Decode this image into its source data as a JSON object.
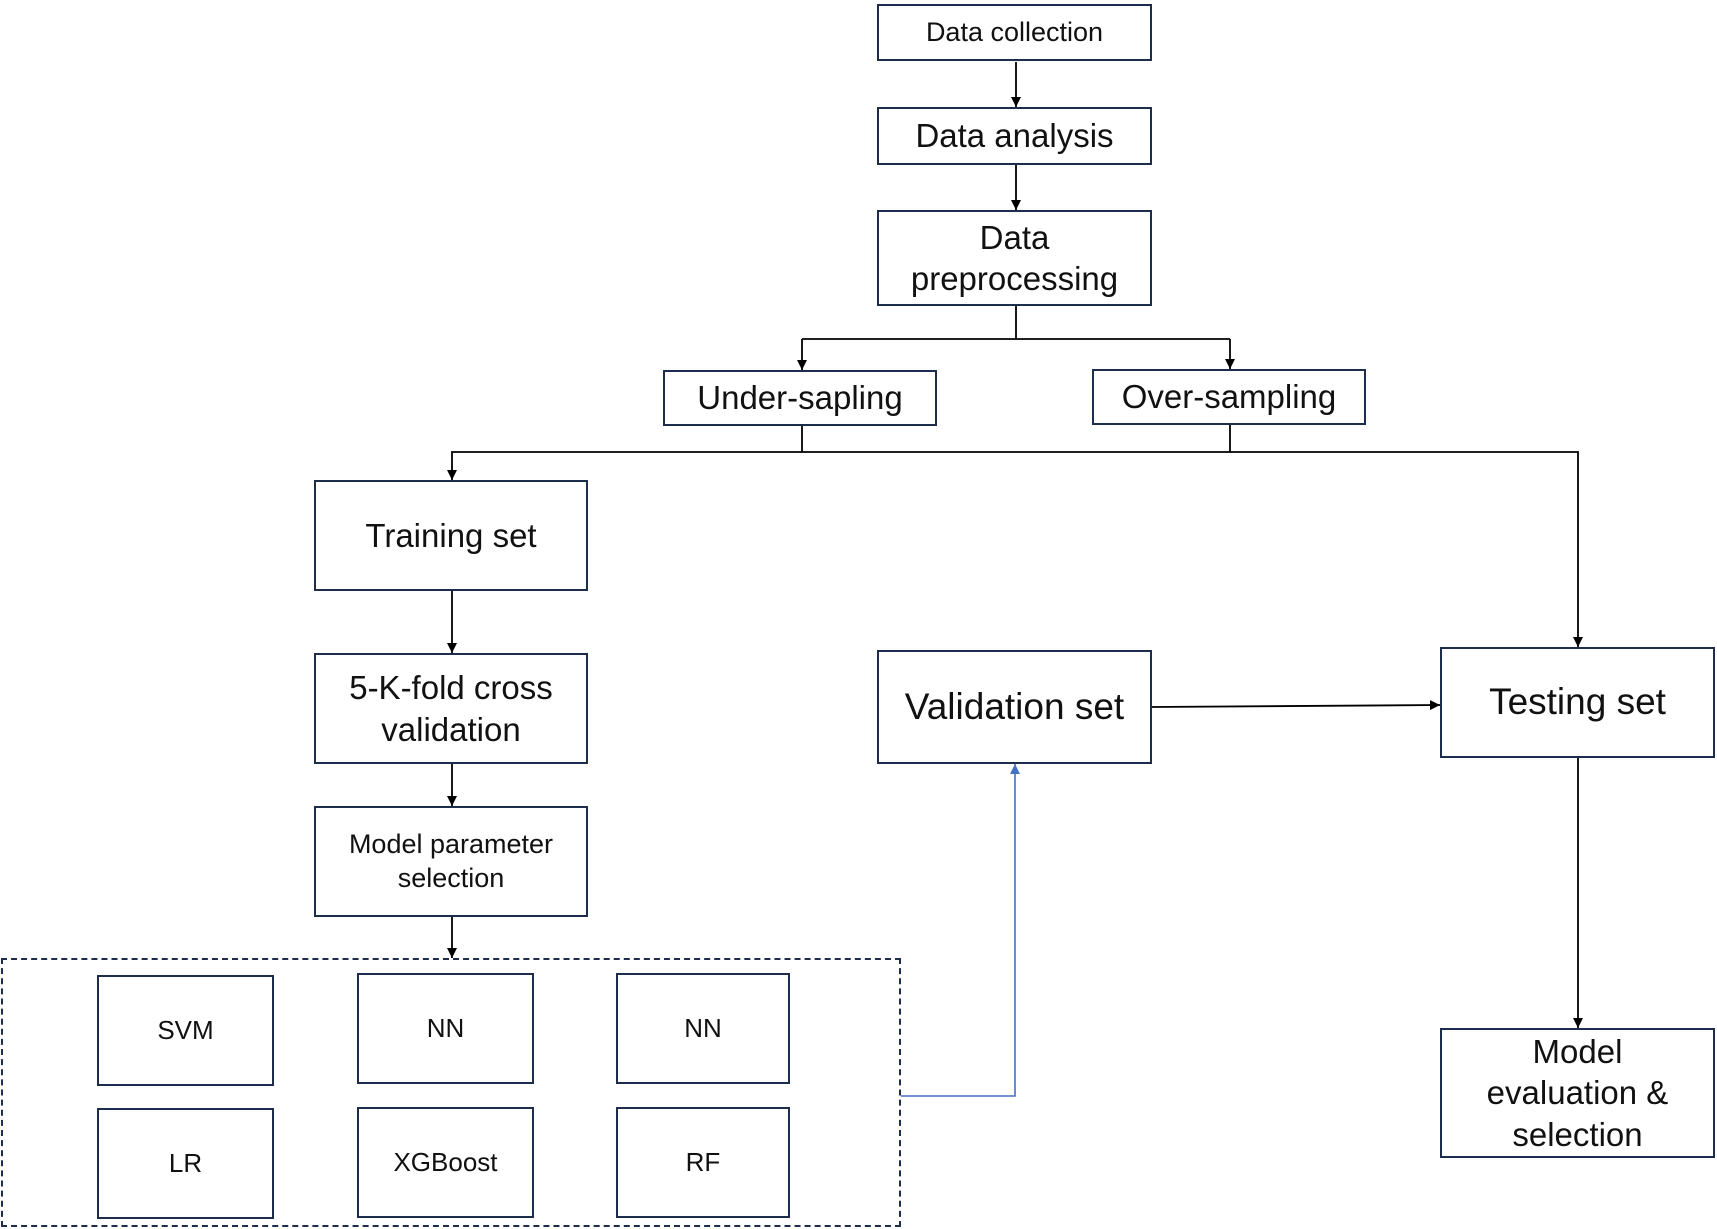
{
  "flowchart": {
    "steps": {
      "data_collection": "Data collection",
      "data_analysis": "Data analysis",
      "data_preprocessing": [
        "Data",
        "preprocessing"
      ],
      "under_sampling": "Under-sapling",
      "over_sampling": "Over-sampling",
      "training_set": "Training set",
      "cross_validation": [
        "5-K-fold cross",
        "validation"
      ],
      "model_parameter_selection": [
        "Model parameter",
        "selection"
      ],
      "validation_set": "Validation set",
      "testing_set": "Testing set",
      "model_evaluation": [
        "Model",
        "evaluation &",
        "selection"
      ]
    },
    "models": [
      "SVM",
      "NN",
      "NN",
      "LR",
      "XGBoost",
      "RF"
    ],
    "colors": {
      "box_border": "#1f2d4d",
      "arrow": "#000000",
      "feedback_arrow": "#4472c4"
    }
  }
}
